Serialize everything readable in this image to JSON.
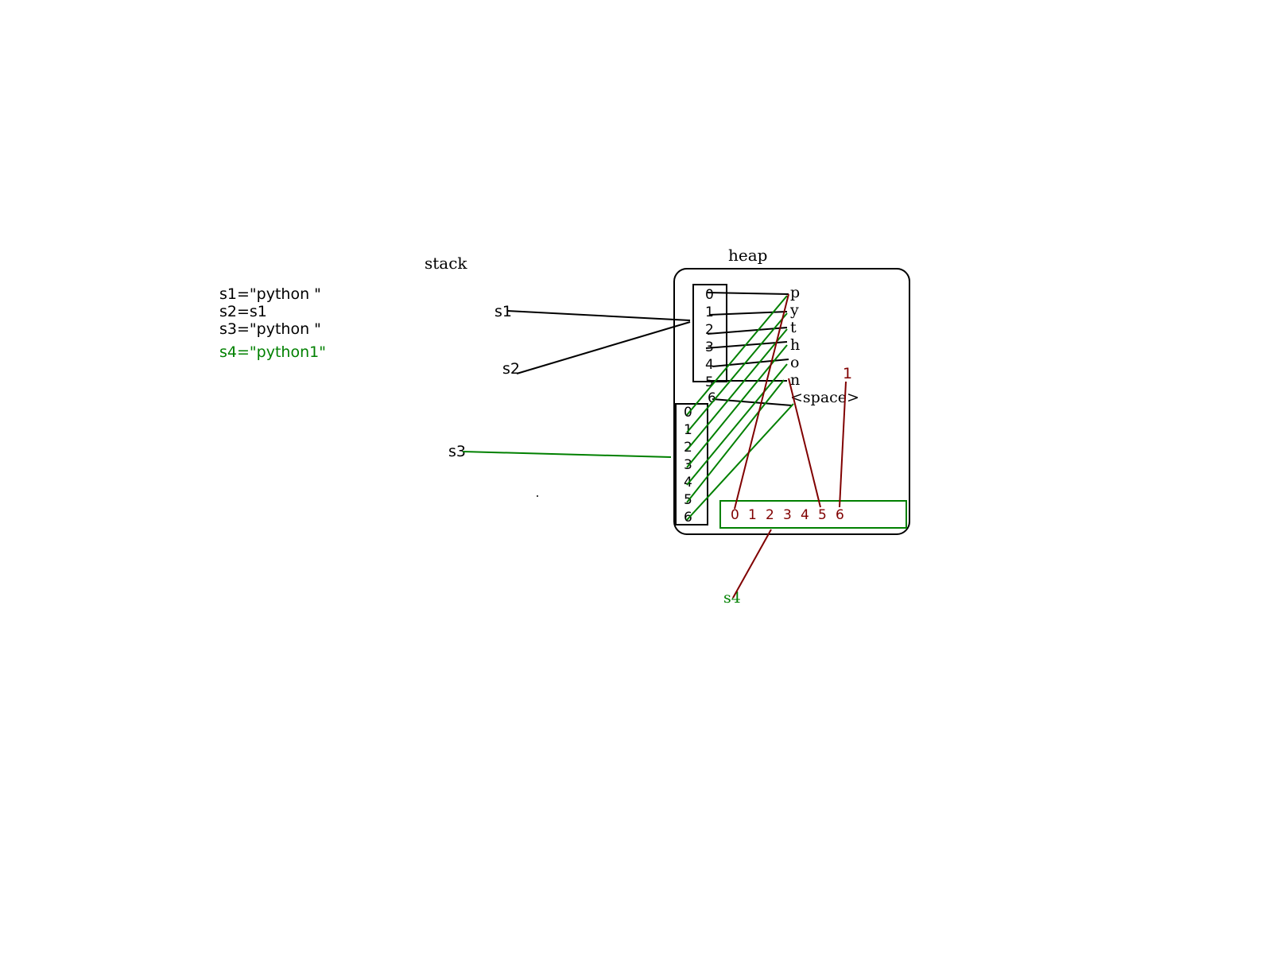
{
  "code_lines": [
    {
      "text": "s1=\"python \"",
      "color": "#000000"
    },
    {
      "text": "s2=s1",
      "color": "#000000"
    },
    {
      "text": "s3=\"python \"",
      "color": "#000000"
    },
    {
      "text": "s4=\"python1\"",
      "color": "#008000"
    }
  ],
  "stack_label": "stack",
  "heap_label": "heap",
  "variables": {
    "s1": "s1",
    "s2": "s2",
    "s3": "s3",
    "s4": "s4"
  },
  "array_s1_indices": [
    "0",
    "1",
    "2",
    "3",
    "4",
    "5",
    "6"
  ],
  "array_s3_indices": [
    "0",
    "1",
    "2",
    "3",
    "4",
    "5",
    "6"
  ],
  "array_s4_indices": [
    "0",
    "1",
    "2",
    "3",
    "4",
    "5",
    "6"
  ],
  "heap_chars": [
    "p",
    "y",
    "t",
    "h",
    "o",
    "n",
    "<space>"
  ],
  "extra_char": "1",
  "colors": {
    "black": "#000000",
    "green": "#008000",
    "dark_red": "#800000"
  }
}
